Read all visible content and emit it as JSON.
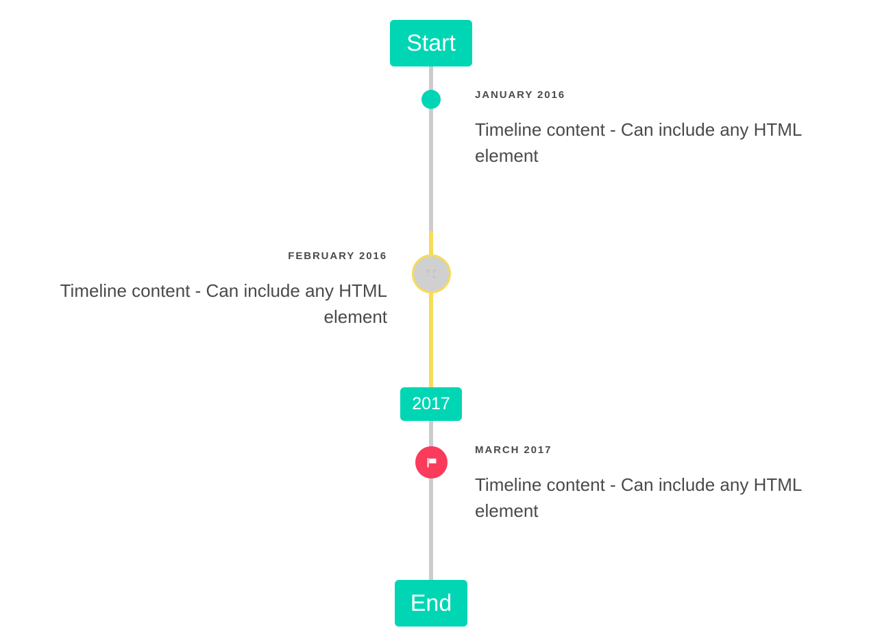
{
  "timeline": {
    "line_color": "#cccccc",
    "line_highlight_color": "#f7db58",
    "badges": [
      {
        "id": "start",
        "label": "Start",
        "color": "#00d6b4"
      },
      {
        "id": "year",
        "label": "2017",
        "color": "#00d6b4"
      },
      {
        "id": "end",
        "label": "End",
        "color": "#00d6b4"
      }
    ],
    "entries": [
      {
        "id": "january-2016",
        "date": "JANUARY 2016",
        "body": "Timeline content - Can include any HTML element",
        "side": "right",
        "marker": {
          "type": "dot-icon",
          "color": "#00d6b4"
        }
      },
      {
        "id": "february-2016",
        "date": "FEBRUARY 2016",
        "body": "Timeline content - Can include any HTML element",
        "side": "left",
        "marker": {
          "type": "broken-image-icon",
          "color": "#d0d0d0",
          "ring_color": "#f7db58"
        }
      },
      {
        "id": "march-2017",
        "date": "MARCH 2017",
        "body": "Timeline content - Can include any HTML element",
        "side": "right",
        "marker": {
          "type": "flag-icon",
          "color": "#fb3b5c"
        }
      }
    ]
  }
}
